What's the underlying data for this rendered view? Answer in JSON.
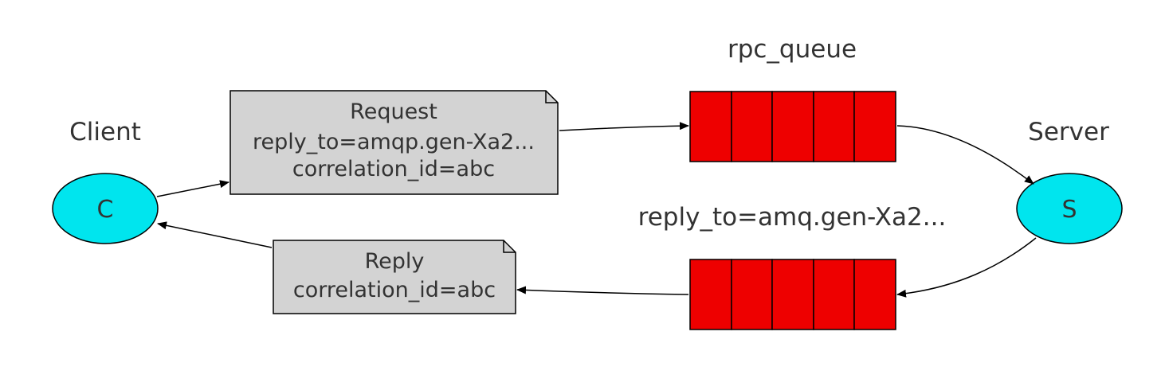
{
  "client": {
    "label": "Client",
    "node_text": "C"
  },
  "server": {
    "label": "Server",
    "node_text": "S"
  },
  "request_queue": {
    "name": "rpc_queue",
    "slots": 5
  },
  "reply_queue": {
    "name": "reply_to=amq.gen-Xa2...",
    "slots": 5
  },
  "request_message": {
    "line1": "Request",
    "line2": "reply_to=amqp.gen-Xa2...",
    "line3": "correlation_id=abc"
  },
  "reply_message": {
    "line1": "Reply",
    "line2": "correlation_id=abc"
  },
  "colors": {
    "node_fill": "#00e5ee",
    "queue_fill": "#ee0000",
    "message_fill": "#d3d3d3",
    "stroke": "#000000",
    "text": "#333333"
  }
}
